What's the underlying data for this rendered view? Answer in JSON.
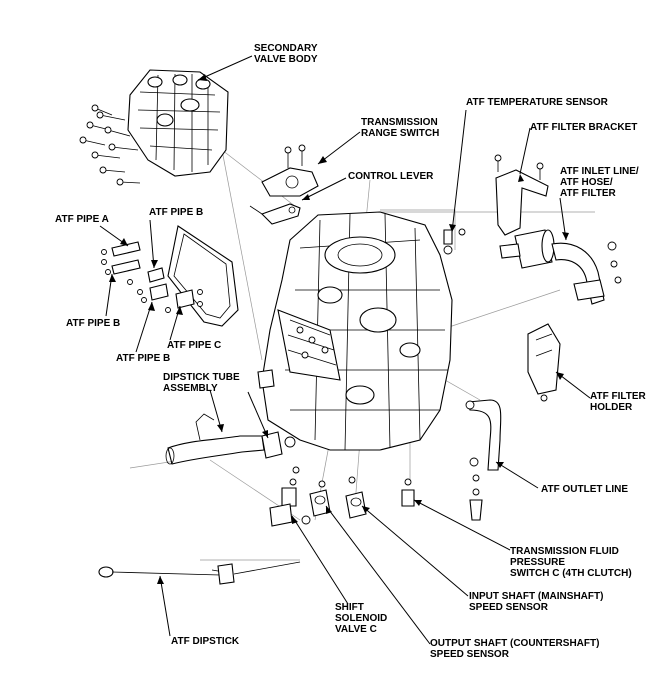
{
  "labels": {
    "secondary_valve_body": "SECONDARY\nVALVE BODY",
    "transmission_range_switch": "TRANSMISSION\nRANGE SWITCH",
    "control_lever": "CONTROL LEVER",
    "atf_temperature_sensor": "ATF TEMPERATURE SENSOR",
    "atf_filter_bracket": "ATF FILTER BRACKET",
    "atf_inlet_line": "ATF INLET LINE/\nATF HOSE/\nATF FILTER",
    "atf_pipe_a": "ATF PIPE A",
    "atf_pipe_b_top": "ATF PIPE B",
    "atf_pipe_b_left": "ATF PIPE B",
    "atf_pipe_b_bottom": "ATF PIPE B",
    "atf_pipe_c": "ATF PIPE C",
    "dipstick_tube_assembly": "DIPSTICK TUBE\nASSEMBLY",
    "atf_filter_holder": "ATF FILTER\nHOLDER",
    "atf_outlet_line": "ATF OUTLET LINE",
    "transmission_fluid_pressure_switch": "TRANSMISSION FLUID\nPRESSURE\nSWITCH C (4TH CLUTCH)",
    "input_shaft_speed_sensor": "INPUT SHAFT (MAINSHAFT)\nSPEED SENSOR",
    "output_shaft_speed_sensor": "OUTPUT SHAFT (COUNTERSHAFT)\nSPEED SENSOR",
    "shift_solenoid_valve_c": "SHIFT\nSOLENOID\nVALVE C",
    "atf_dipstick": "ATF DIPSTICK"
  }
}
